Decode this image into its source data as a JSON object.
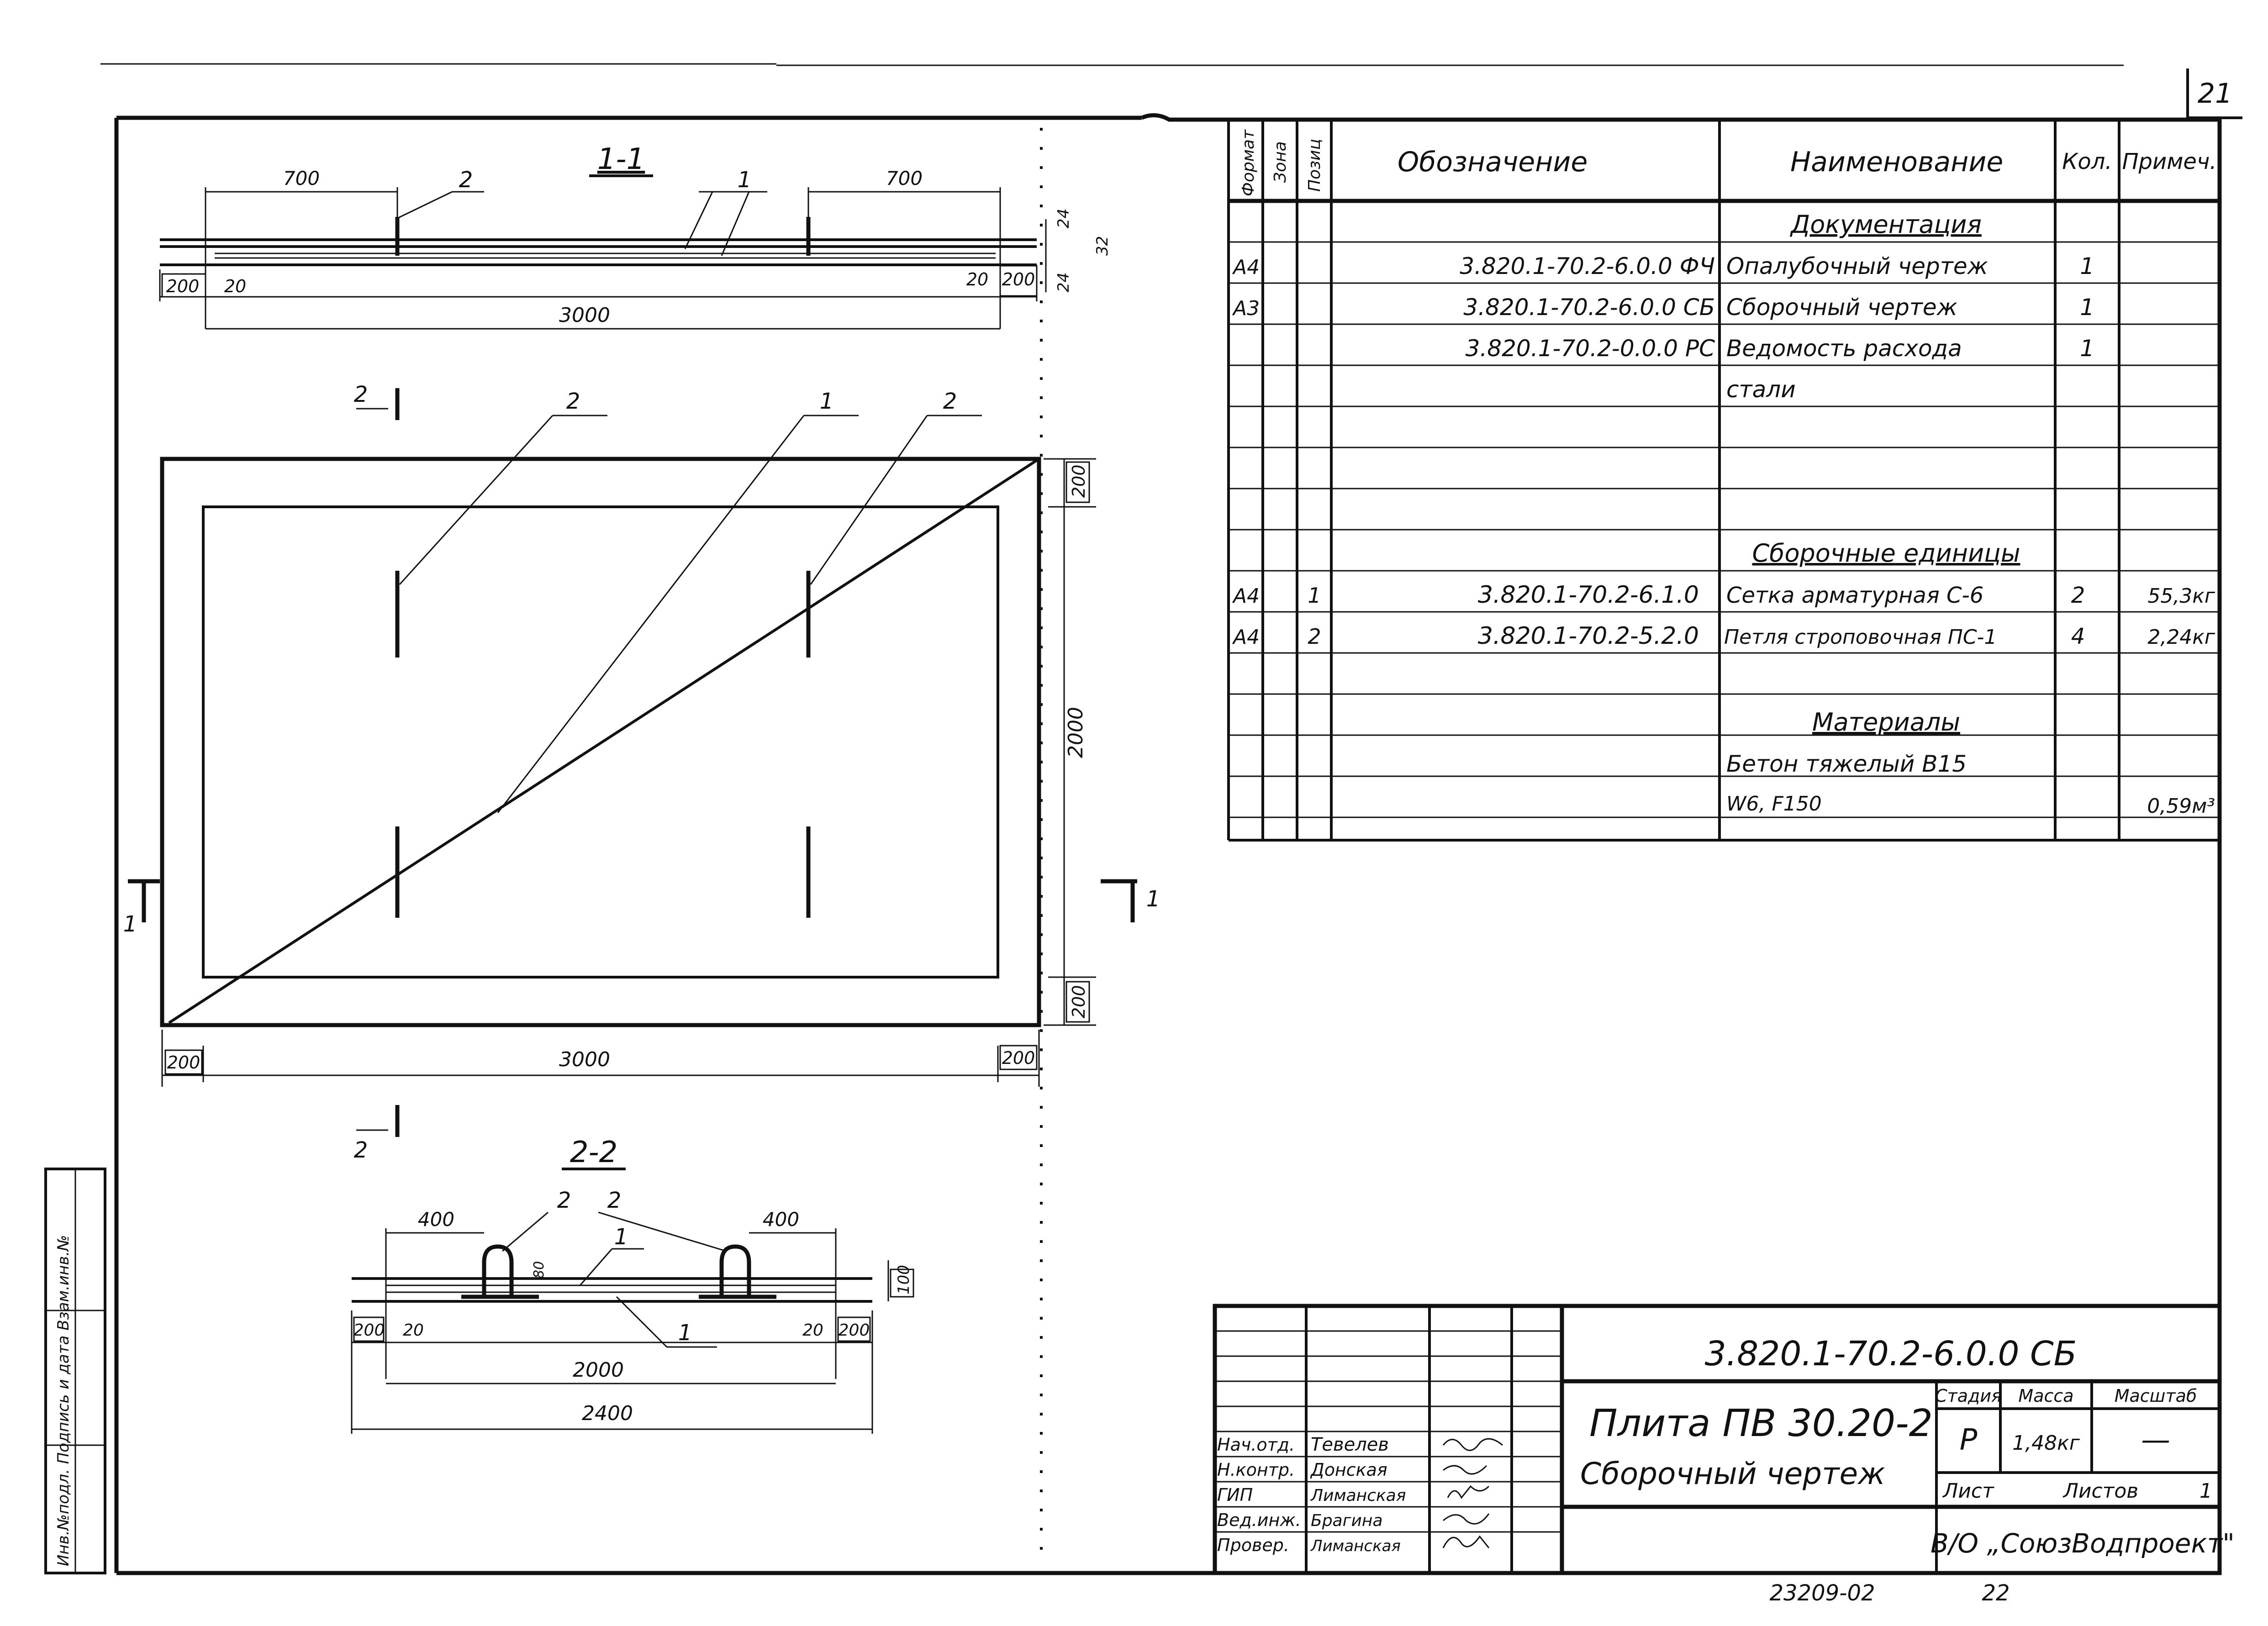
{
  "sheet": {
    "page_number": "21",
    "footer_number": "23209-02",
    "footer_page": "22"
  },
  "views": {
    "section_1_title": "1-1",
    "section_2_title": "2-2",
    "section_1": {
      "dims": [
        "700",
        "700",
        "200",
        "20",
        "20",
        "200",
        "3000",
        "24",
        "24",
        "32"
      ],
      "callouts": [
        "2",
        "1"
      ]
    },
    "plan": {
      "callouts": [
        "2",
        "1",
        "2"
      ],
      "dims_bottom": [
        "200",
        "3000",
        "200"
      ],
      "dims_right": [
        "200",
        "2000",
        "200"
      ],
      "cut_marks": [
        "2",
        "2",
        "1",
        "1"
      ]
    },
    "section_2": {
      "dims": [
        "400",
        "400",
        "200",
        "20",
        "20",
        "200",
        "2000",
        "2400",
        "100",
        "80"
      ],
      "callouts": [
        "2",
        "2",
        "1",
        "1"
      ]
    }
  },
  "spec_table": {
    "headers": [
      "Формат",
      "Зона",
      "Позиц",
      "Обозначение",
      "Наименование",
      "Кол.",
      "Примеч."
    ],
    "rows": [
      {
        "format": "",
        "zone": "",
        "pos": "",
        "designation": "",
        "name": "Документация",
        "qty": "",
        "note": "",
        "heading": true
      },
      {
        "format": "А4",
        "zone": "",
        "pos": "",
        "designation": "3.820.1-70.2-6.0.0 ФЧ",
        "name": "Опалубочный чертеж",
        "qty": "1",
        "note": ""
      },
      {
        "format": "А3",
        "zone": "",
        "pos": "",
        "designation": "3.820.1-70.2-6.0.0 СБ",
        "name": "Сборочный чертеж",
        "qty": "1",
        "note": ""
      },
      {
        "format": "",
        "zone": "",
        "pos": "",
        "designation": "3.820.1-70.2-0.0.0 РС",
        "name": "Ведомость расхода",
        "qty": "1",
        "note": ""
      },
      {
        "format": "",
        "zone": "",
        "pos": "",
        "designation": "",
        "name": "стали",
        "qty": "",
        "note": ""
      },
      {
        "format": "",
        "zone": "",
        "pos": "",
        "designation": "",
        "name": "",
        "qty": "",
        "note": ""
      },
      {
        "format": "",
        "zone": "",
        "pos": "",
        "designation": "",
        "name": "",
        "qty": "",
        "note": ""
      },
      {
        "format": "",
        "zone": "",
        "pos": "",
        "designation": "",
        "name": "Сборочные единицы",
        "qty": "",
        "note": "",
        "heading": true
      },
      {
        "format": "А4",
        "zone": "",
        "pos": "1",
        "designation": "3.820.1-70.2-6.1.0",
        "name": "Сетка арматурная С-6",
        "qty": "2",
        "note": "55,3кг"
      },
      {
        "format": "А4",
        "zone": "",
        "pos": "2",
        "designation": "3.820.1-70.2-5.2.0",
        "name": "Петля строповочная ПС-1",
        "qty": "4",
        "note": "2,24кг"
      },
      {
        "format": "",
        "zone": "",
        "pos": "",
        "designation": "",
        "name": "",
        "qty": "",
        "note": ""
      },
      {
        "format": "",
        "zone": "",
        "pos": "",
        "designation": "",
        "name": "Материалы",
        "qty": "",
        "note": "",
        "heading": true
      },
      {
        "format": "",
        "zone": "",
        "pos": "",
        "designation": "",
        "name": "Бетон тяжелый В15",
        "qty": "",
        "note": ""
      },
      {
        "format": "",
        "zone": "",
        "pos": "",
        "designation": "",
        "name": "W6, F150",
        "qty": "",
        "note": "0,59м³"
      }
    ]
  },
  "title_block": {
    "code": "3.820.1-70.2-6.0.0 СБ",
    "product": "Плита ПВ 30.20-2",
    "sheet_name": "Сборочный чертеж",
    "stage_label": "Стадия",
    "mass_label": "Масса",
    "scale_label": "Масштаб",
    "stage": "Р",
    "mass": "1,48кг",
    "scale": "—",
    "sheet_label": "Лист",
    "sheets_label": "Листов",
    "sheets": "1",
    "org": "В/О „СоюзВодпроект\"",
    "signers": [
      {
        "role": "Нач.отд.",
        "name": "Тевелев"
      },
      {
        "role": "Н.контр.",
        "name": "Донская"
      },
      {
        "role": "ГИП",
        "name": "Лиманская"
      },
      {
        "role": "Вед.инж.",
        "name": "Брагина"
      },
      {
        "role": "Провер.",
        "name": "Лиманская"
      }
    ]
  },
  "stamp": {
    "side_text": "Инв.№подл. Подпись и дата Взам.инв.№"
  }
}
